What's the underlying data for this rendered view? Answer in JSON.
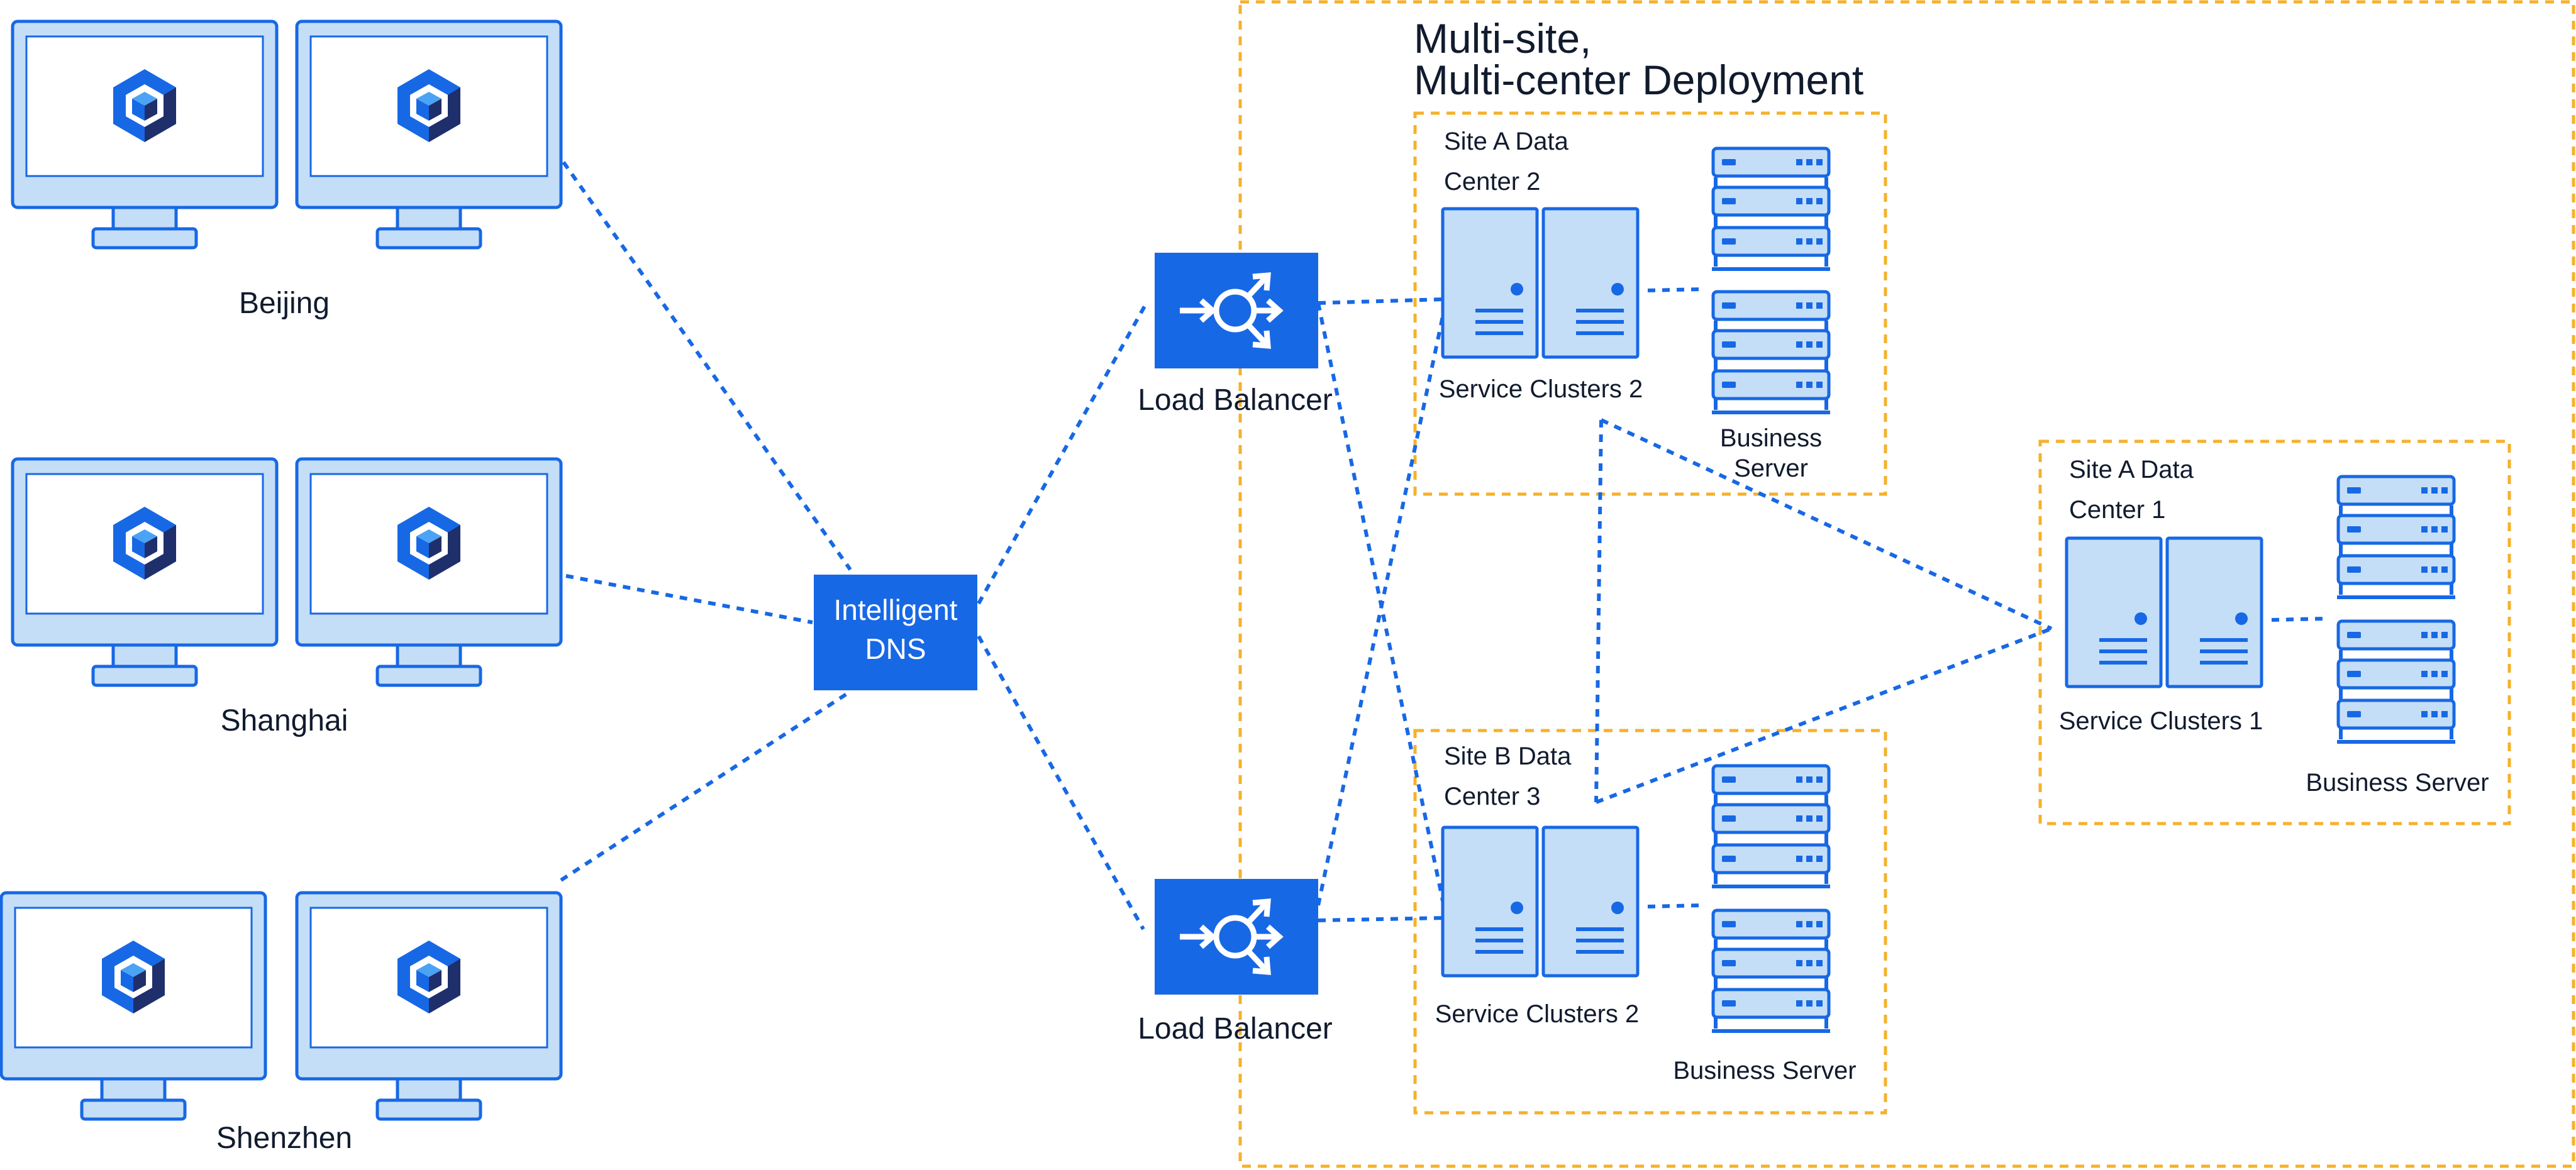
{
  "title_line1": "Multi-site,",
  "title_line2": "Multi-center Deployment",
  "cities": {
    "beijing": "Beijing",
    "shanghai": "Shanghai",
    "shenzhen": "Shenzhen"
  },
  "dns": {
    "line1": "Intelligent",
    "line2": "DNS"
  },
  "load_balancer_top": "Load Balancer",
  "load_balancer_bottom": "Load Balancer",
  "site_a_dc2": {
    "name_line1": "Site A Data",
    "name_line2": "Center 2",
    "cluster_label": "Service Clusters 2",
    "business_line1": "Business",
    "business_line2": "Server"
  },
  "site_b_dc3": {
    "name_line1": "Site B Data",
    "name_line2": "Center 3",
    "cluster_label": "Service Clusters 2",
    "business_label": "Business Server"
  },
  "site_a_dc1": {
    "name_line1": "Site A Data",
    "name_line2": "Center 1",
    "cluster_label": "Service Clusters 1",
    "business_label": "Business Server"
  },
  "colors": {
    "primary_blue": "#1768e5",
    "light_blue": "#c5def7",
    "dark_navy": "#1f2f6b",
    "dash_orange": "#f6b12b",
    "text": "#111b2e"
  },
  "icons": {
    "client": "monitor-icon",
    "client_logo": "hexagon-cube-logo-icon",
    "load_balancer": "load-balancer-icon",
    "cluster": "server-tower-icon",
    "business": "rack-server-icon"
  }
}
